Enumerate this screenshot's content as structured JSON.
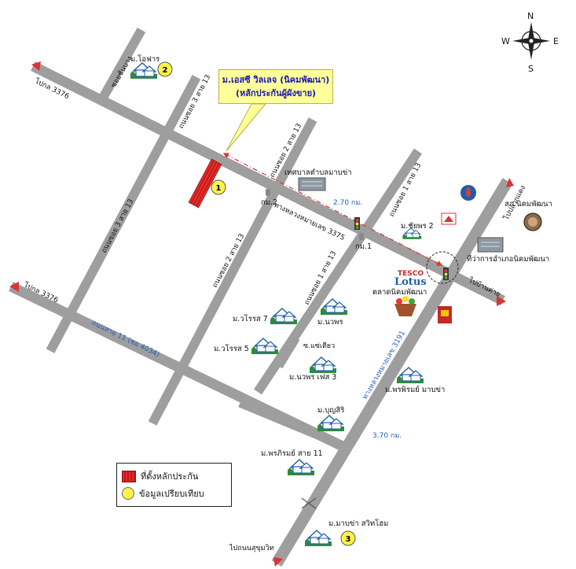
{
  "compass": {
    "n": "N",
    "s": "S",
    "e": "E",
    "w": "W"
  },
  "callout": {
    "line1": "ม.เอสซี วิลเลจ (นิคมพัฒนา)",
    "line2": "(หลักประกันผู้ผังขาย)"
  },
  "legend": {
    "collateral": "ที่ตั้งหลักประกัน",
    "comparable": "ข้อมูลเปรียบเทียบ"
  },
  "markers": {
    "subject": "1",
    "comp_2": "2",
    "comp_3": "3"
  },
  "roads": {
    "to_pkl_top": "ไปกล 3376",
    "to_pkl_left": "ไปกล 3376",
    "soi_chanbang": "ซอยชันบาง",
    "soi_3_13_top": "ถนนซอย 3 สาย 13",
    "soi_3_13_mid": "ถนนซอย 3 สาย 13",
    "soi_2_13_top": "ถนนซอย 2 สาย 13",
    "soi_2_13_mid": "ถนนซอย 2 สาย 13",
    "soi_1_13_top": "ถนนซอย 1 สาย 13",
    "soi_1_13_mid": "ถนนซอย 1 สาย 13",
    "highway_3375": "ทางหลวงหมายเลข 3375",
    "road_11": "ถนนสาย 11 (ชย 4034)",
    "highway_3191": "ทางหลวงหมายเลข 3191",
    "soi_saeteaw": "ซ.แซ่เตียว",
    "to_plaeng": "ไปปลวกแดง",
    "to_ban_khai": "ไปบ้านค่าย",
    "to_sukhumvit": "ไปถนนสุขุมวิท"
  },
  "distances": {
    "d1": "2.70 กม.",
    "d2": "3.70 กม."
  },
  "places": {
    "o_phan": "ม.โอฟาร",
    "municipality": "เทศบาลตำบลมาบข่า",
    "km2": "กม.2",
    "km1": "กม.1",
    "chaiyaphon": "ม.ชัยพร 2",
    "s_kor_nikhom": "สภ.นิคมพัฒนา",
    "district_office": "ที่ว่าการอำเภอนิคมพัฒนา",
    "tesco_1": "TESCO",
    "tesco_2": "Lotus",
    "market": "ตลาดนิคมพัฒนา",
    "worasot7": "ม.วโรรส 7",
    "worasot5": "ม.วโรรส 5",
    "nawaphon": "ม.นวพร",
    "nawaphon3": "ม.นวพร เฟส 3",
    "phonphirom_mabkha": "ม.พรพิรมย์ มาบข่า",
    "bunsiri": "ม.บุญสิริ",
    "phonphirom11": "ม.พรภิรมย์ สาย 11",
    "mabkha_switch": "ม.มาบข่า สวิทโฮม"
  },
  "colors": {
    "road": "#9e9e9e",
    "road_edge": "#7a7a7a",
    "arrow": "#d93535",
    "subject": "#d92222",
    "marker": "#fff34a",
    "callout_bg": "#ffff99",
    "callout_text": "#1a1ab0",
    "house": "#1f7a34"
  }
}
